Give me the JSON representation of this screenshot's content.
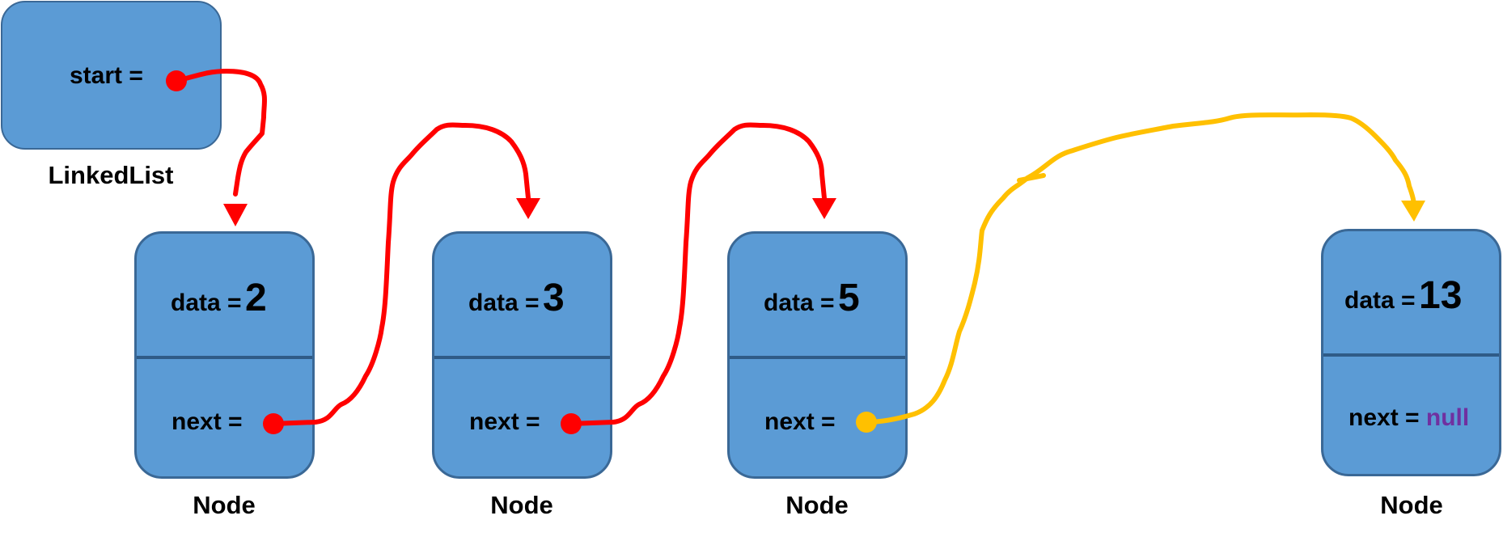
{
  "linked_list": {
    "start_label": "start =",
    "caption": "LinkedList"
  },
  "nodes": [
    {
      "data_label": "data =",
      "data_value": "2",
      "next_label": "next =",
      "next_value": "",
      "caption": "Node"
    },
    {
      "data_label": "data =",
      "data_value": "3",
      "next_label": "next =",
      "next_value": "",
      "caption": "Node"
    },
    {
      "data_label": "data =",
      "data_value": "5",
      "next_label": "next =",
      "next_value": "",
      "caption": "Node"
    },
    {
      "data_label": "data =",
      "data_value": "13",
      "next_label": "next =",
      "next_value": "null",
      "caption": "Node"
    }
  ],
  "colors": {
    "node_fill": "#5b9bd5",
    "node_border": "#3a6896",
    "pointer_red": "#ff0000",
    "pointer_yellow": "#ffc000",
    "null_text": "#7030a0"
  }
}
